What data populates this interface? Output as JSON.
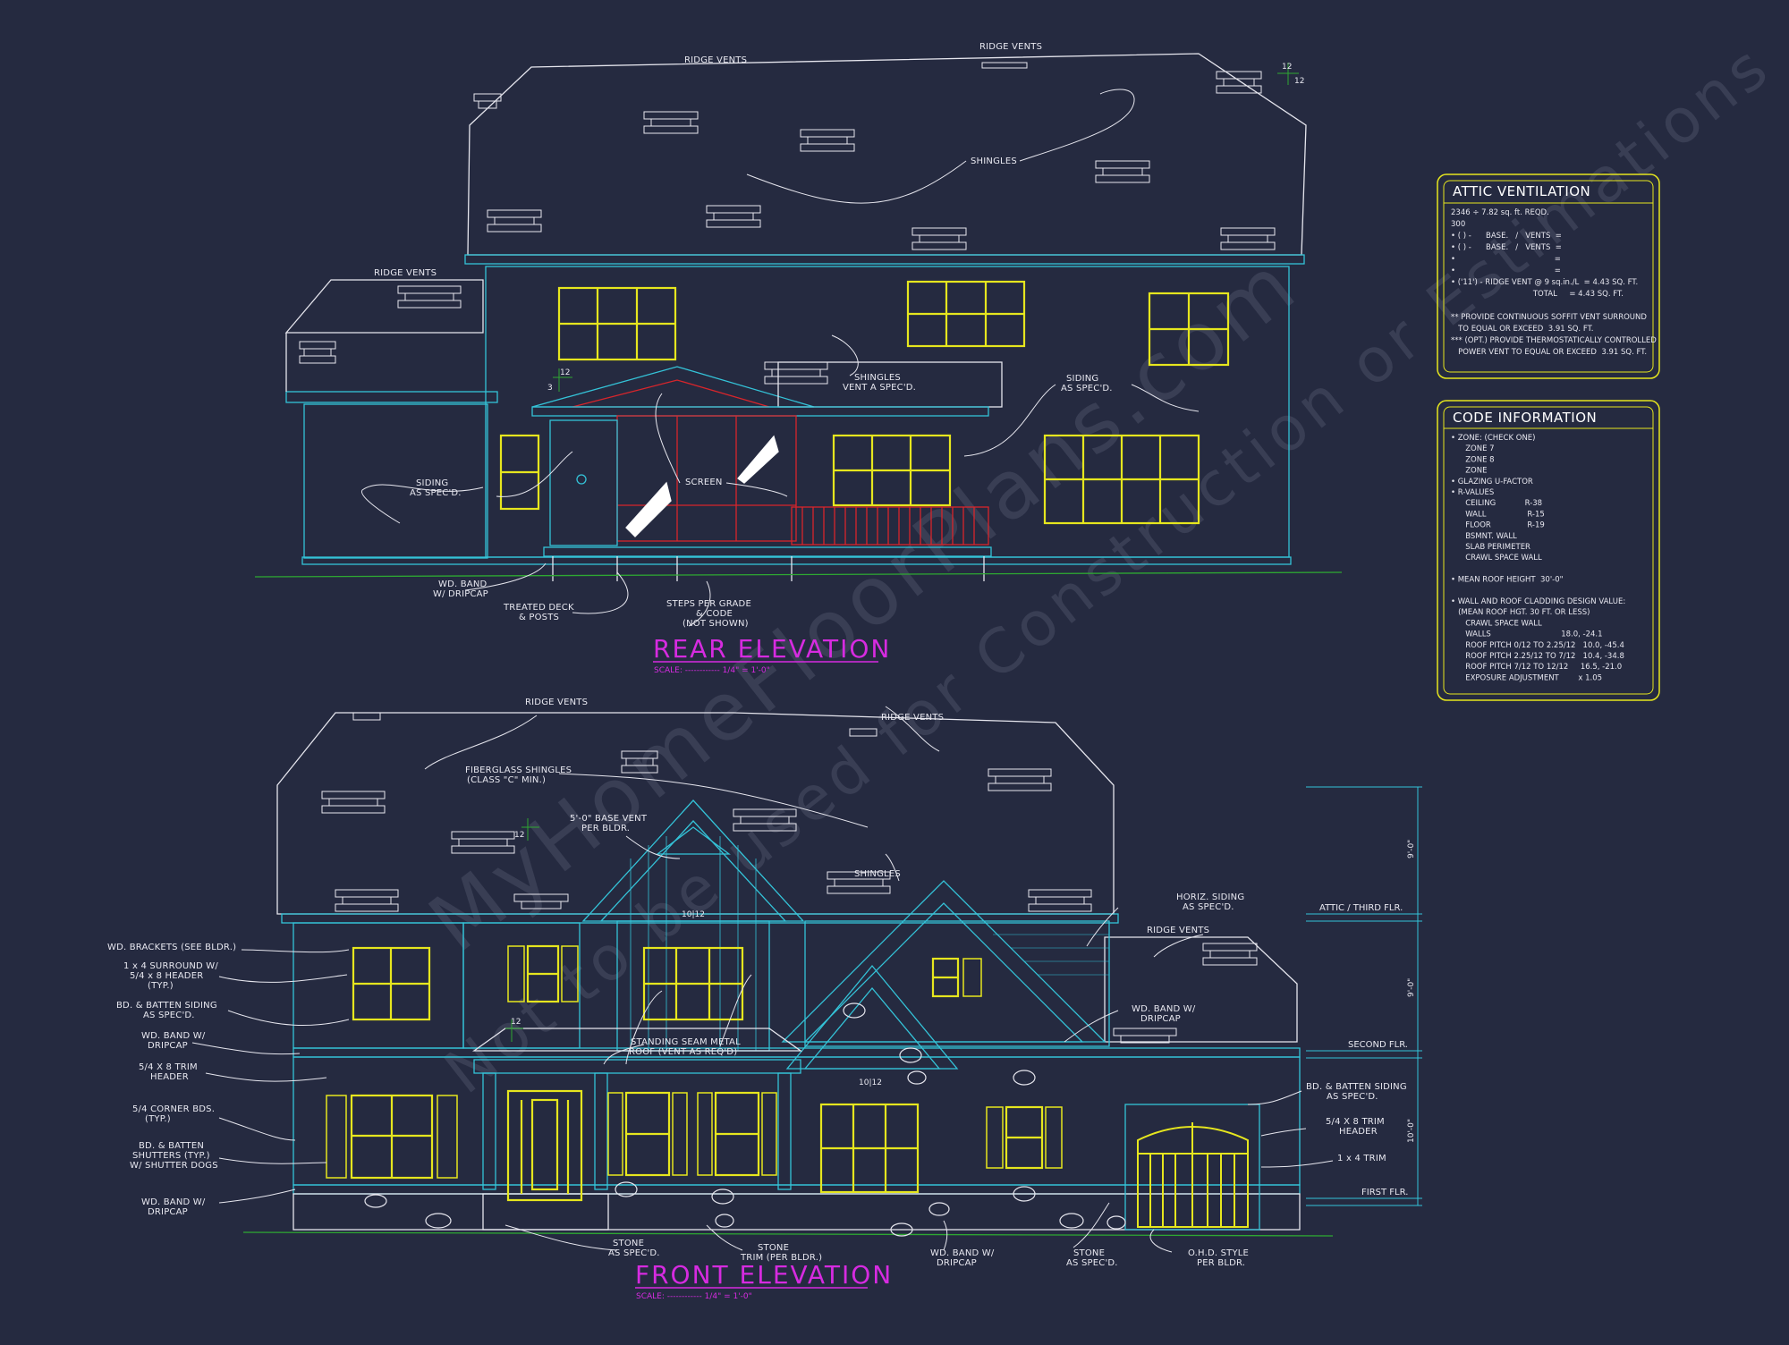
{
  "colors": {
    "background": "#252a40",
    "outline": "#e6e6ee",
    "wall": "#34c3d8",
    "window": "#e6e61e",
    "screen_porch": "#d8252b",
    "title": "#d62be0",
    "ground": "#2ea832"
  },
  "watermark": {
    "line1": "MyHomeFloorPlans.com",
    "line2": "Not to be used for Construction or Estimations"
  },
  "rear_elevation": {
    "title": "REAR ELEVATION",
    "scale": "SCALE: ------------ 1/4\" = 1'-0\"",
    "labels": {
      "ridge_vents_1": "RIDGE VENTS",
      "ridge_vents_2": "RIDGE VENTS",
      "ridge_vents_3": "RIDGE VENTS",
      "shingles_main": "SHINGLES",
      "shingles_vent_1": "SHINGLES",
      "shingles_vent_2": "VENT A SPEC'D.",
      "siding_left_1": "SIDING",
      "siding_left_2": "AS SPEC'D.",
      "siding_right_1": "SIDING",
      "siding_right_2": "AS SPEC'D.",
      "screen": "SCREEN",
      "wd_band_1": "WD. BAND",
      "wd_band_2": "W/ DRIPCAP",
      "deck_1": "TREATED DECK",
      "deck_2": "& POSTS",
      "steps_1": "STEPS PER GRADE",
      "steps_2": "& CODE",
      "steps_3": "(NOT SHOWN)",
      "pitch_12a": "12",
      "pitch_12b": "12",
      "pitch_12c": "12",
      "pitch_3": "3"
    }
  },
  "front_elevation": {
    "title": "FRONT ELEVATION",
    "scale": "SCALE: ------------ 1/4\" = 1'-0\"",
    "labels": {
      "ridge_vents_1": "RIDGE VENTS",
      "ridge_vents_2": "RIDGE VENTS",
      "ridge_vents_3": "RIDGE VENTS",
      "fiberglass_1": "FIBERGLASS SHINGLES",
      "fiberglass_2": "(CLASS \"C\" MIN.)",
      "base_vent_1": "5'-0\" BASE VENT",
      "base_vent_2": "PER BLDR.",
      "shingles": "SHINGLES",
      "horiz_1": "HORIZ. SIDING",
      "horiz_2": "AS SPEC'D.",
      "wd_brackets": "WD. BRACKETS (SEE BLDR.)",
      "surround_1": "1 x 4 SURROUND W/",
      "surround_2": "5/4 x 8 HEADER",
      "surround_3": "(TYP.)",
      "bd_batten_1": "BD. & BATTEN SIDING",
      "bd_batten_2": "AS SPEC'D.",
      "wd_band_l_1": "WD. BAND W/",
      "wd_band_l_2": "DRIPCAP",
      "trim_header_1": "5/4 X 8 TRIM",
      "trim_header_2": "HEADER",
      "corner_1": "5/4 CORNER BDS.",
      "corner_2": "(TYP.)",
      "shutters_1": "BD. & BATTEN",
      "shutters_2": "SHUTTERS (TYP.)",
      "shutters_3": "W/ SHUTTER DOGS",
      "wd_band_bl_1": "WD. BAND W/",
      "wd_band_bl_2": "DRIPCAP",
      "standing_1": "STANDING SEAM METAL",
      "standing_2": "ROOF (VENT AS REQ'D)",
      "stone_a_1": "STONE",
      "stone_a_2": "AS SPEC'D.",
      "stone_trim_1": "STONE",
      "stone_trim_2": "TRIM (PER BLDR.)",
      "wd_band_b_1": "WD. BAND W/",
      "wd_band_b_2": "DRIPCAP",
      "stone_b_1": "STONE",
      "stone_b_2": "AS SPEC'D.",
      "ohd_1": "O.H.D. STYLE",
      "ohd_2": "PER BLDR.",
      "wd_band_r_1": "WD. BAND W/",
      "wd_band_r_2": "DRIPCAP",
      "bd_batten_r_1": "BD. & BATTEN SIDING",
      "bd_batten_r_2": "AS SPEC'D.",
      "trim_header_r_1": "5/4 X 8 TRIM",
      "trim_header_r_2": "HEADER",
      "trim_1x4": "1 x 4 TRIM",
      "pitch_10_12_a": "10|12",
      "pitch_10_12_b": "10|12",
      "pitch_12a": "12",
      "pitch_12b": "12",
      "lvl_attic": "ATTIC / THIRD FLR.",
      "lvl_second": "SECOND FLR.",
      "lvl_first": "FIRST FLR.",
      "dim_9a": "9'-0\"",
      "dim_9b": "9'-0\"",
      "dim_10": "10'-0\""
    }
  },
  "attic_ventilation": {
    "title": "ATTIC VENTILATION",
    "lines": [
      "2346 ÷ 7.82 sq. ft. REQD.",
      "300",
      "• ( ) -      BASE.   /   VENTS  =",
      "• ( ) -      BASE.   /   VENTS  =",
      "•                                         =",
      "•                                         =",
      "• ('11') - RIDGE VENT @ 9 sq.in./L  = 4.43 SQ. FT.",
      "                                  TOTAL     = 4.43 SQ. FT.",
      "",
      "** PROVIDE CONTINUOUS SOFFIT VENT SURROUND",
      "   TO EQUAL OR EXCEED  3.91 SQ. FT.",
      "*** (OPT.) PROVIDE THERMOSTATICALLY CONTROLLED",
      "   POWER VENT TO EQUAL OR EXCEED  3.91 SQ. FT."
    ]
  },
  "code_information": {
    "title": "CODE INFORMATION",
    "lines": [
      "• ZONE: (CHECK ONE)",
      "      ZONE 7",
      "      ZONE 8",
      "      ZONE",
      "• GLAZING U-FACTOR",
      "• R-VALUES",
      "      CEILING            R-38",
      "      WALL                 R-15",
      "      FLOOR               R-19",
      "      BSMNT. WALL",
      "      SLAB PERIMETER",
      "      CRAWL SPACE WALL",
      "",
      "• MEAN ROOF HEIGHT  30'-0\"",
      "",
      "• WALL AND ROOF CLADDING DESIGN VALUE:",
      "   (MEAN ROOF HGT. 30 FT. OR LESS)",
      "      CRAWL SPACE WALL",
      "      WALLS                             18.0, -24.1",
      "      ROOF PITCH 0/12 TO 2.25/12   10.0, -45.4",
      "      ROOF PITCH 2.25/12 TO 7/12   10.4, -34.8",
      "      ROOF PITCH 7/12 TO 12/12     16.5, -21.0",
      "      EXPOSURE ADJUSTMENT        x 1.05"
    ]
  }
}
